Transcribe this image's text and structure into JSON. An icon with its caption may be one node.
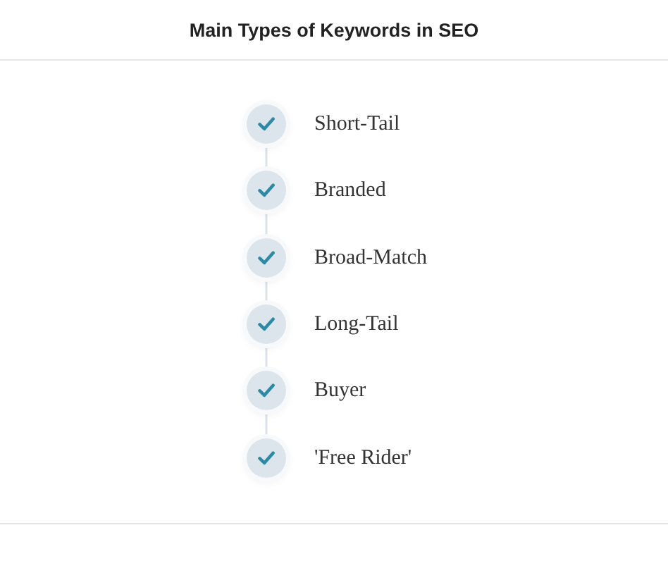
{
  "diagram": {
    "title": "Main Types of Keywords in SEO",
    "nodes": [
      {
        "text": [],
        "shape": "circle",
        "beside": [
          "Short-Tail"
        ]
      },
      {
        "text": [],
        "shape": "circle",
        "beside": [
          "Branded"
        ]
      },
      {
        "text": [],
        "shape": "circle",
        "beside": [
          "Broad-Match"
        ]
      },
      {
        "text": [],
        "shape": "circle",
        "beside": [
          "Long-Tail"
        ]
      },
      {
        "text": [],
        "shape": "circle",
        "beside": [
          "Buyer"
        ]
      },
      {
        "text": [],
        "shape": "circle",
        "beside": [
          "'Free Rider'"
        ]
      }
    ],
    "edges": [
      {
        "from": 0,
        "to": 1,
        "arrow": "none"
      },
      {
        "from": 1,
        "to": 2,
        "arrow": "none"
      },
      {
        "from": 2,
        "to": 3,
        "arrow": "none"
      },
      {
        "from": 3,
        "to": 4,
        "arrow": "none"
      },
      {
        "from": 4,
        "to": 5,
        "arrow": "none"
      }
    ]
  }
}
